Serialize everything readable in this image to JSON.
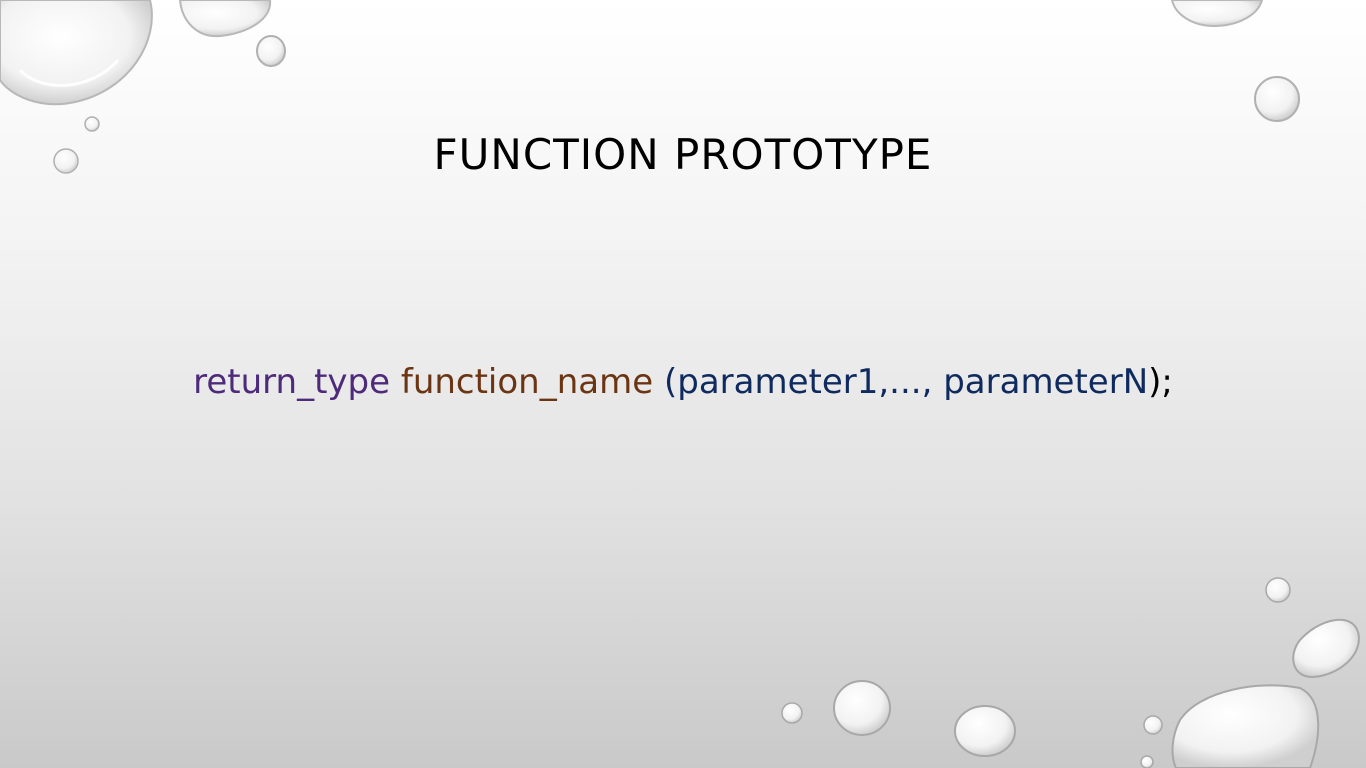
{
  "slide": {
    "title": "FUNCTION PROTOTYPE",
    "syntax": {
      "return_type": "return_type",
      "function_name": "function_name",
      "params": "(parameter1,..., parameterN",
      "terminator": ");"
    }
  },
  "colors": {
    "return_type": "#4e2a7a",
    "function_name": "#6b3513",
    "params": "#0f2a5e",
    "terminator": "#000000"
  },
  "decorations": {
    "theme": "water-droplets"
  }
}
